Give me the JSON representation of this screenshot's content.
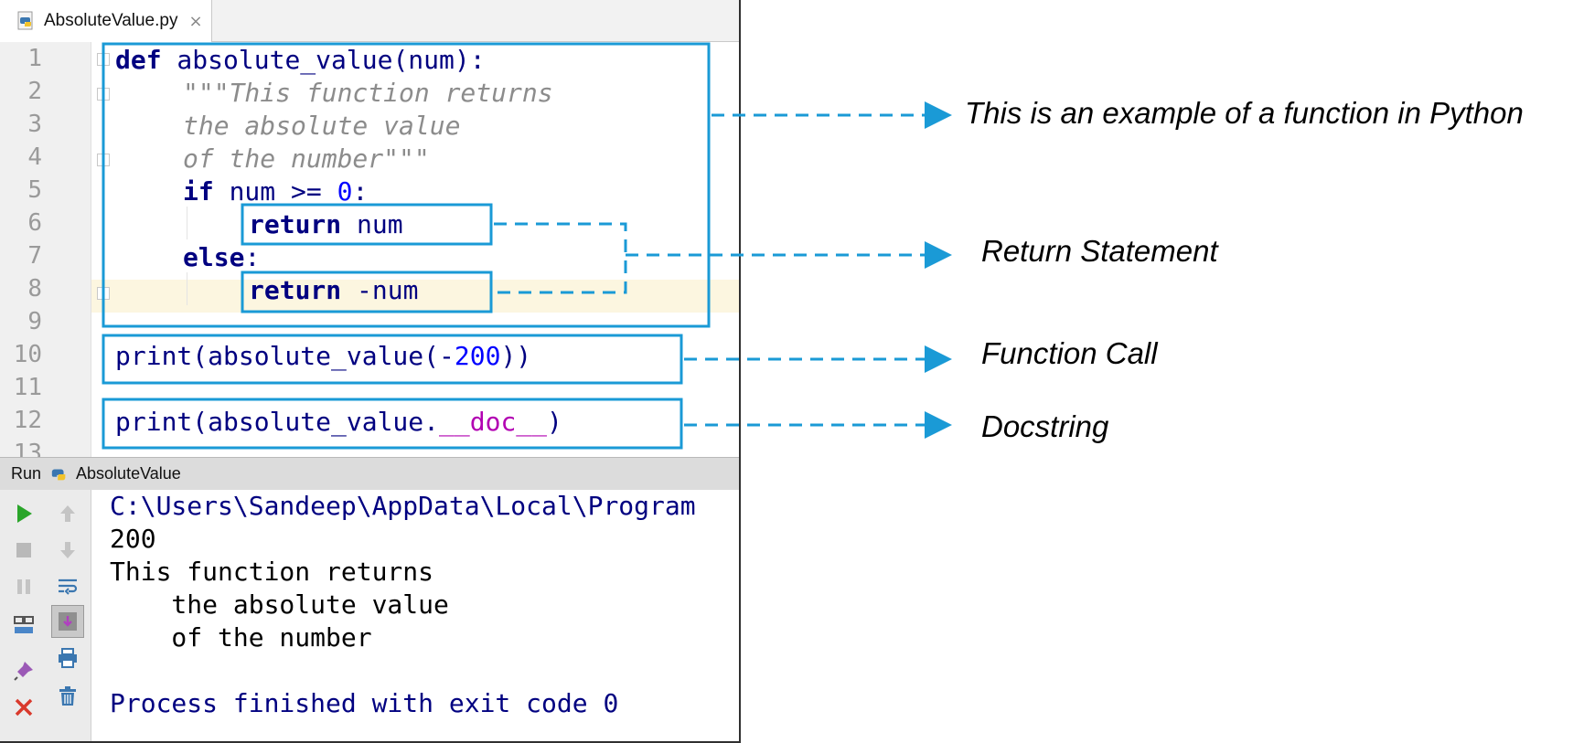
{
  "tab": {
    "file_name": "AbsoluteValue.py",
    "close_glyph": "×"
  },
  "gutter": {
    "line_numbers": [
      "1",
      "2",
      "3",
      "4",
      "5",
      "6",
      "7",
      "8",
      "9",
      "10",
      "11",
      "12",
      "13"
    ]
  },
  "code": {
    "l1_kw": "def",
    "l1_rest": " absolute_value(num):",
    "l2_doc": "\"\"\"This function returns",
    "l3_doc": "the absolute value",
    "l4_doc": "of the number\"\"\"",
    "l5_kw": "if",
    "l5_rest": " num >= ",
    "l5_num": "0",
    "l5_end": ":",
    "l6_kw": "return",
    "l6_rest": " num",
    "l7_kw": "else",
    "l7_rest": ":",
    "l8_kw": "return",
    "l8_rest": " -num",
    "l10_a": "print(absolute_value(-",
    "l10_num": "200",
    "l10_b": "))",
    "l12_a": "print(absolute_value.",
    "l12_dunder": "__doc__",
    "l12_b": ")"
  },
  "run_panel": {
    "label": "Run",
    "config_name": "AbsoluteValue",
    "toolbar_icons": [
      "run-icon",
      "stop-icon",
      "pause-icon",
      "layout-icon",
      "pin-icon",
      "close-icon",
      "up-arrow-icon",
      "down-arrow-icon",
      "soft-wrap-icon",
      "scroll-to-end-icon",
      "print-icon",
      "trash-icon"
    ]
  },
  "console": {
    "path": "C:\\Users\\Sandeep\\AppData\\Local\\Program",
    "output_1": "200",
    "output_2": "This function returns",
    "output_3": "    the absolute value",
    "output_4": "    of the number",
    "exit": "Process finished with exit code 0"
  },
  "annotations": {
    "function": "This is an example of a function in Python",
    "return_statement": "Return Statement",
    "function_call": "Function Call",
    "docstring": "Docstring",
    "color": "#1a9ad6"
  },
  "colors": {
    "keyword": "#000080",
    "docstring": "#8c8c8c",
    "number": "#0000ff",
    "dunder": "#b200b2",
    "current_line": "#fcf6e0",
    "run_green": "#2aa52a",
    "close_red": "#d9392c"
  }
}
